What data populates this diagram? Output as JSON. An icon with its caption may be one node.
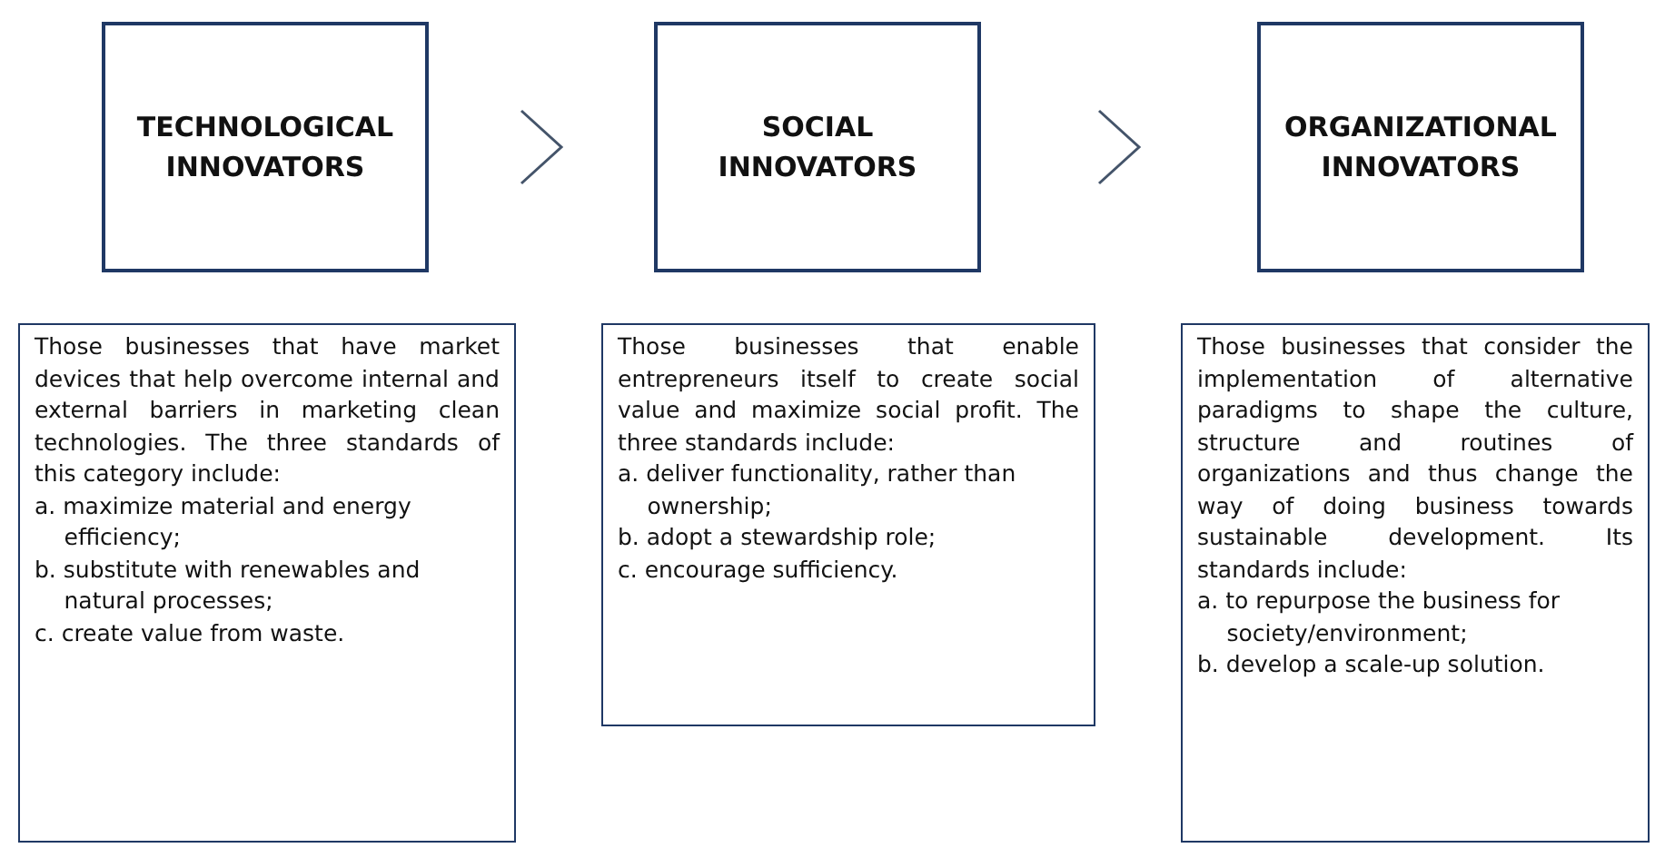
{
  "diagram": {
    "nodes": [
      {
        "text": [
          "TECHNOLOGICAL INNOVATORS"
        ]
      },
      {
        "text": [
          "SOCIAL INNOVATORS"
        ]
      },
      {
        "text": [
          "ORGANIZATIONAL INNOVATORS"
        ]
      },
      {
        "text": [
          "Those businesses that have market devices that help overcome internal and external barriers in marketing clean technologies. The three standards of this category include:",
          "a. maximize material and energy efficiency;",
          "b. substitute with renewables and natural processes;",
          "c. create value from waste."
        ]
      },
      {
        "text": [
          "Those businesses that enable entrepreneurs itself to create social value and maximize social profit. The three standards include:",
          "a. deliver functionality, rather than ownership;",
          "b. adopt a stewardship role;",
          "c. encourage sufficiency."
        ]
      },
      {
        "text": [
          "Those businesses that consider the implementation of alternative paradigms to shape the culture, structure and routines of organizations and thus change the way of doing business towards sustainable development. Its standards include:",
          "a. to repurpose the business for society/environment;",
          "b. develop a scale-up solution."
        ]
      }
    ],
    "edges": [
      {
        "from": 0,
        "to": 1,
        "arrow": "to"
      },
      {
        "from": 1,
        "to": 2,
        "arrow": "to"
      }
    ]
  }
}
